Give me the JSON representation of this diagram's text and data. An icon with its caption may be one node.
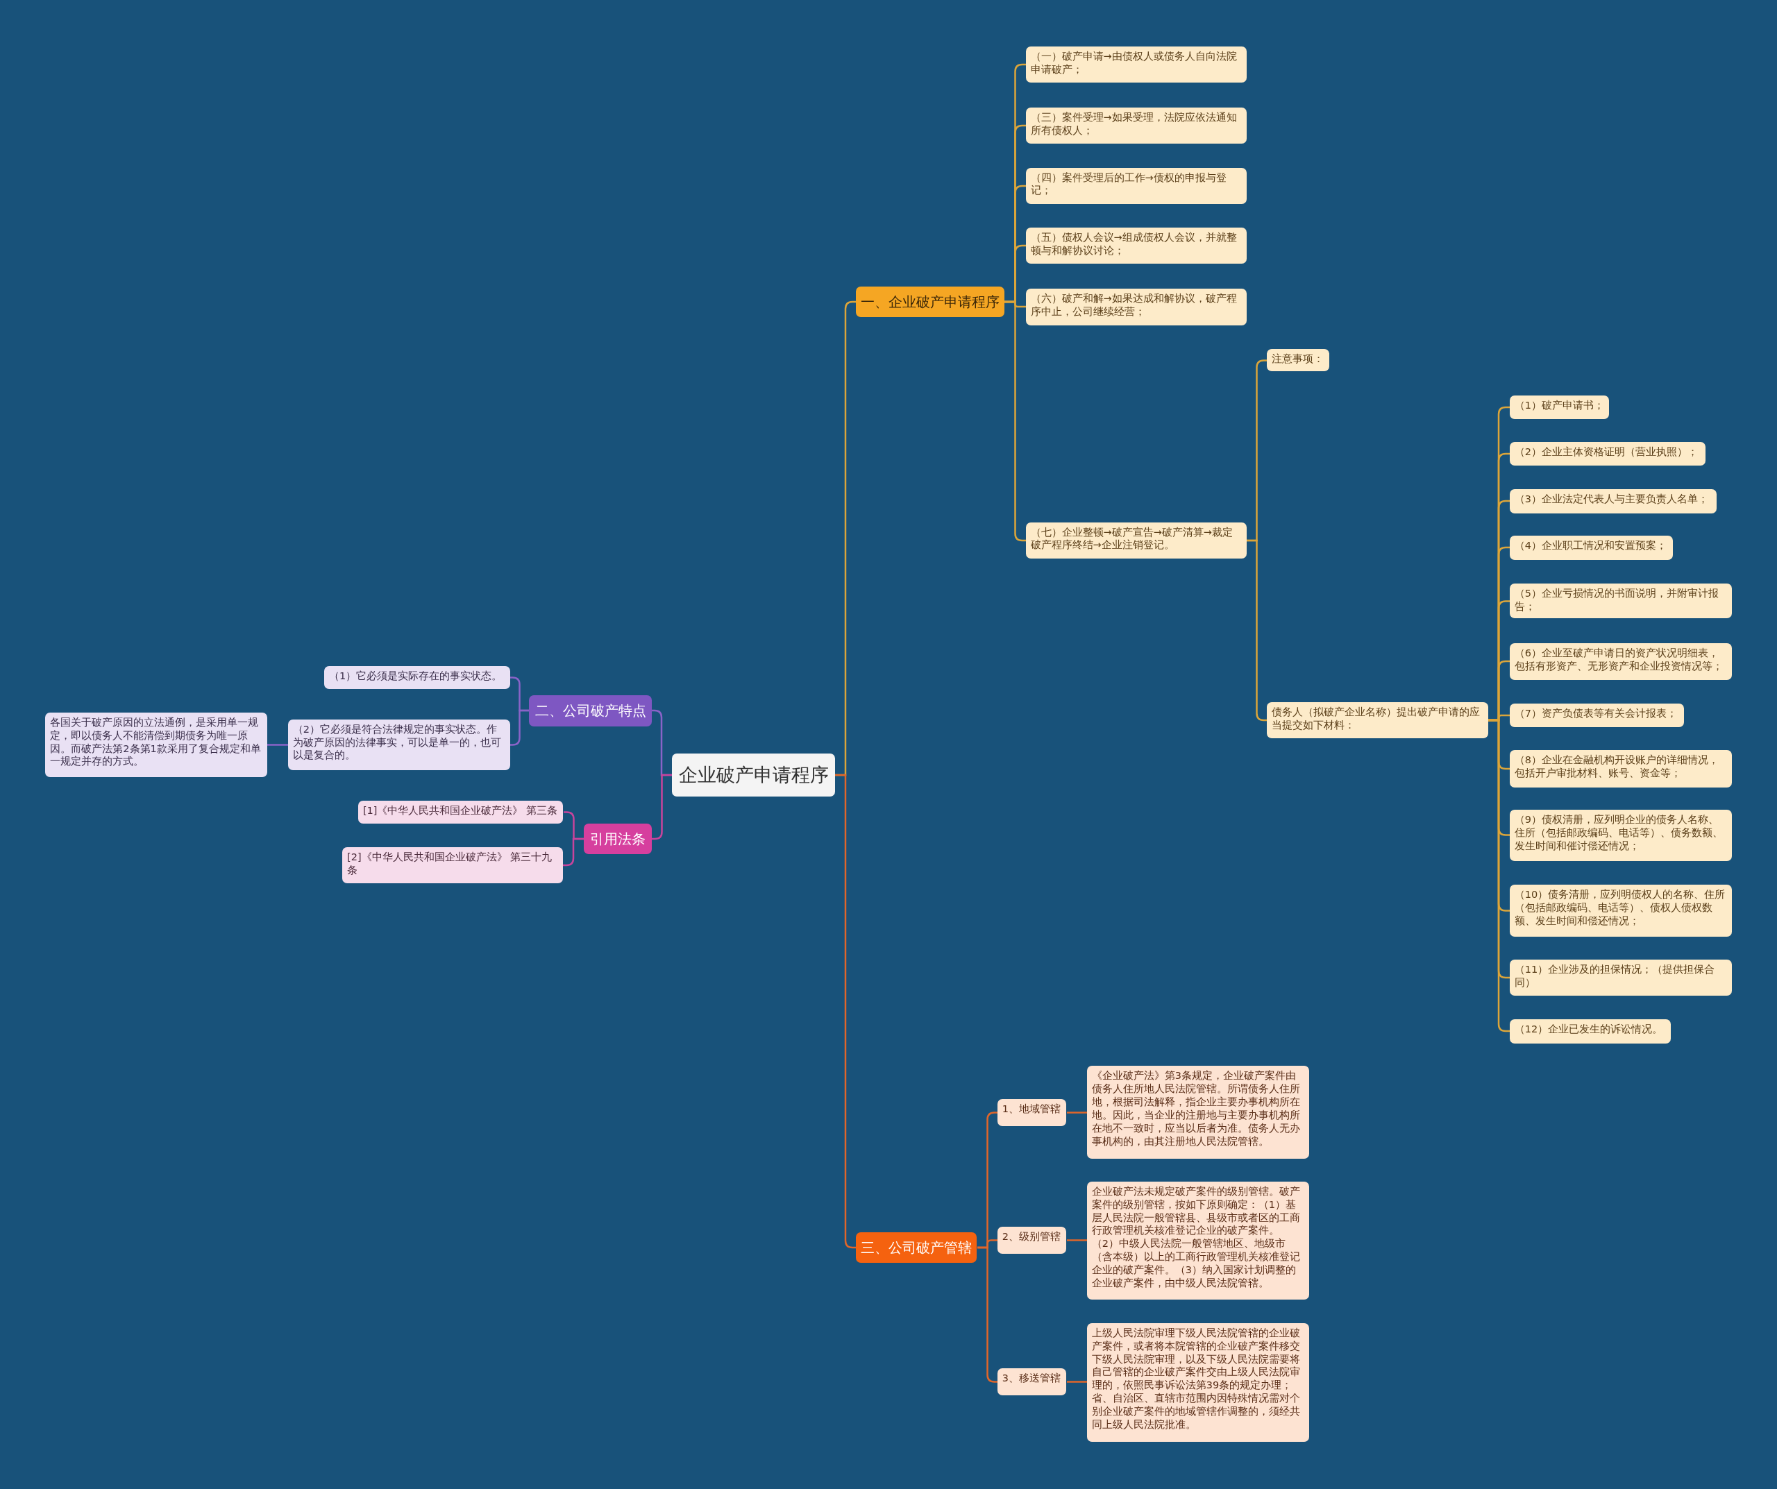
{
  "diagram": {
    "nodes": [
      {
        "text": [
          "企业破产申请程序"
        ]
      },
      {
        "text": [
          "一、企业破产申请程序"
        ]
      },
      {
        "text": [
          "（一）破产申请→由债权人或债务人自向法院申请破产；"
        ]
      },
      {
        "text": [
          "（三）案件受理→如果受理，法院应依法通知所有债权人；"
        ]
      },
      {
        "text": [
          "（四）案件受理后的工作→债权的申报与登记；"
        ]
      },
      {
        "text": [
          "（五）债权人会议→组成债权人会议，并就整顿与和解协议讨论；"
        ]
      },
      {
        "text": [
          "（六）破产和解→如果达成和解协议，破产程序中止，公司继续经营；"
        ]
      },
      {
        "text": [
          "（七）企业整顿→破产宣告→破产清算→裁定破产程序终结→企业注销登记。"
        ]
      },
      {
        "text": [
          "注意事项："
        ]
      },
      {
        "text": [
          "债务人（拟破产企业名称）提出破产申请的应当提交如下材料："
        ]
      },
      {
        "text": [
          "（1）破产申请书；"
        ]
      },
      {
        "text": [
          "（2）企业主体资格证明（营业执照）；"
        ]
      },
      {
        "text": [
          "（3）企业法定代表人与主要负责人名单；"
        ]
      },
      {
        "text": [
          "（4）企业职工情况和安置预案；"
        ]
      },
      {
        "text": [
          "（5）企业亏损情况的书面说明，并附审计报告；"
        ]
      },
      {
        "text": [
          "（6）企业至破产申请日的资产状况明细表，包括有形资产、无形资产和企业投资情况等；"
        ]
      },
      {
        "text": [
          "（7）资产负债表等有关会计报表；"
        ]
      },
      {
        "text": [
          "（8）企业在金融机构开设账户的详细情况，包括开户审批材料、账号、资金等；"
        ]
      },
      {
        "text": [
          "（9）债权清册，应列明企业的债务人名称、住所（包括邮政编码、电话等）、债务数额、发生时间和催讨偿还情况；"
        ]
      },
      {
        "text": [
          "（10）债务清册，应列明债权人的名称、住所（包括邮政编码、电话等）、债权人债权数额、发生时间和偿还情况；"
        ]
      },
      {
        "text": [
          "（11）企业涉及的担保情况；（提供担保合同）"
        ]
      },
      {
        "text": [
          "（12）企业已发生的诉讼情况。"
        ]
      },
      {
        "text": [
          "二、公司破产特点"
        ]
      },
      {
        "text": [
          "（1）它必须是实际存在的事实状态。"
        ]
      },
      {
        "text": [
          "（2）它必须是符合法律规定的事实状态。作为破产原因的法律事实，可以是单一的，也可以是复合的。"
        ]
      },
      {
        "text": [
          "各国关于破产原因的立法通例，是采用单一规定，即以债务人不能清偿到期债务为唯一原因。而破产法第2条第1款采用了复合规定和单一规定并存的方式。"
        ]
      },
      {
        "text": [
          "引用法条"
        ]
      },
      {
        "text": [
          "[1]《中华人民共和国企业破产法》 第三条"
        ]
      },
      {
        "text": [
          "[2]《中华人民共和国企业破产法》 第三十九条"
        ]
      },
      {
        "text": [
          "三、公司破产管辖"
        ]
      },
      {
        "text": [
          "1、地域管辖"
        ]
      },
      {
        "text": [
          "《企业破产法》第3条规定，企业破产案件由债务人住所地人民法院管辖。所谓债务人住所地，根据司法解释，指企业主要办事机构所在地。因此，当企业的注册地与主要办事机构所在地不一致时，应当以后者为准。债务人无办事机构的，由其注册地人民法院管辖。"
        ]
      },
      {
        "text": [
          "2、级别管辖"
        ]
      },
      {
        "text": [
          "企业破产法未规定破产案件的级别管辖。破产案件的级别管辖，按如下原则确定：（1）基层人民法院一般管辖县、县级市或者区的工商行政管理机关核准登记企业的破产案件。（2）中级人民法院一般管辖地区、地级市（含本级）以上的工商行政管理机关核准登记企业的破产案件。（3）纳入国家计划调整的企业破产案件，由中级人民法院管辖。"
        ]
      },
      {
        "text": [
          "3、移送管辖"
        ]
      },
      {
        "text": [
          "上级人民法院审理下级人民法院管辖的企业破产案件，或者将本院管辖的企业破产案件移交下级人民法院审理，以及下级人民法院需要将自己管辖的企业破产案件交由上级人民法院审理的，依照民事诉讼法第39条的规定办理；省、自治区、直辖市范围内因特殊情况需对个别企业破产案件的地域管辖作调整的，须经共同上级人民法院批准。"
        ]
      }
    ],
    "edges": [
      {
        "from": 0,
        "to": 1,
        "arrow": "none"
      },
      {
        "from": 1,
        "to": 2,
        "arrow": "none"
      },
      {
        "from": 1,
        "to": 3,
        "arrow": "none"
      },
      {
        "from": 1,
        "to": 4,
        "arrow": "none"
      },
      {
        "from": 1,
        "to": 5,
        "arrow": "none"
      },
      {
        "from": 1,
        "to": 6,
        "arrow": "none"
      },
      {
        "from": 1,
        "to": 7,
        "arrow": "none"
      },
      {
        "from": 7,
        "to": 8,
        "arrow": "none"
      },
      {
        "from": 7,
        "to": 9,
        "arrow": "none"
      },
      {
        "from": 9,
        "to": 10,
        "arrow": "none"
      },
      {
        "from": 9,
        "to": 11,
        "arrow": "none"
      },
      {
        "from": 9,
        "to": 12,
        "arrow": "none"
      },
      {
        "from": 9,
        "to": 13,
        "arrow": "none"
      },
      {
        "from": 9,
        "to": 14,
        "arrow": "none"
      },
      {
        "from": 9,
        "to": 15,
        "arrow": "none"
      },
      {
        "from": 9,
        "to": 16,
        "arrow": "none"
      },
      {
        "from": 9,
        "to": 17,
        "arrow": "none"
      },
      {
        "from": 9,
        "to": 18,
        "arrow": "none"
      },
      {
        "from": 9,
        "to": 19,
        "arrow": "none"
      },
      {
        "from": 9,
        "to": 20,
        "arrow": "none"
      },
      {
        "from": 9,
        "to": 21,
        "arrow": "none"
      },
      {
        "from": 0,
        "to": 22,
        "arrow": "none",
        "color": "#8a63c8"
      },
      {
        "from": 22,
        "to": 23,
        "arrow": "none",
        "color": "#8a63c8"
      },
      {
        "from": 22,
        "to": 24,
        "arrow": "none",
        "color": "#8a63c8"
      },
      {
        "from": 24,
        "to": 25,
        "arrow": "none",
        "color": "#8a63c8"
      },
      {
        "from": 0,
        "to": 26,
        "arrow": "none",
        "color": "#c8449c"
      },
      {
        "from": 26,
        "to": 27,
        "arrow": "none",
        "color": "#c8449c"
      },
      {
        "from": 26,
        "to": 28,
        "arrow": "none",
        "color": "#c8449c"
      },
      {
        "from": 0,
        "to": 29,
        "arrow": "none",
        "color": "#e0662a"
      },
      {
        "from": 29,
        "to": 30,
        "arrow": "none",
        "color": "#e0662a"
      },
      {
        "from": 30,
        "to": 31,
        "arrow": "none",
        "color": "#e0662a"
      },
      {
        "from": 29,
        "to": 32,
        "arrow": "none",
        "color": "#e0662a"
      },
      {
        "from": 32,
        "to": 33,
        "arrow": "none",
        "color": "#e0662a"
      },
      {
        "from": 29,
        "to": 34,
        "arrow": "none",
        "color": "#e0662a"
      },
      {
        "from": 34,
        "to": 35,
        "arrow": "none",
        "color": "#e0662a"
      }
    ]
  }
}
